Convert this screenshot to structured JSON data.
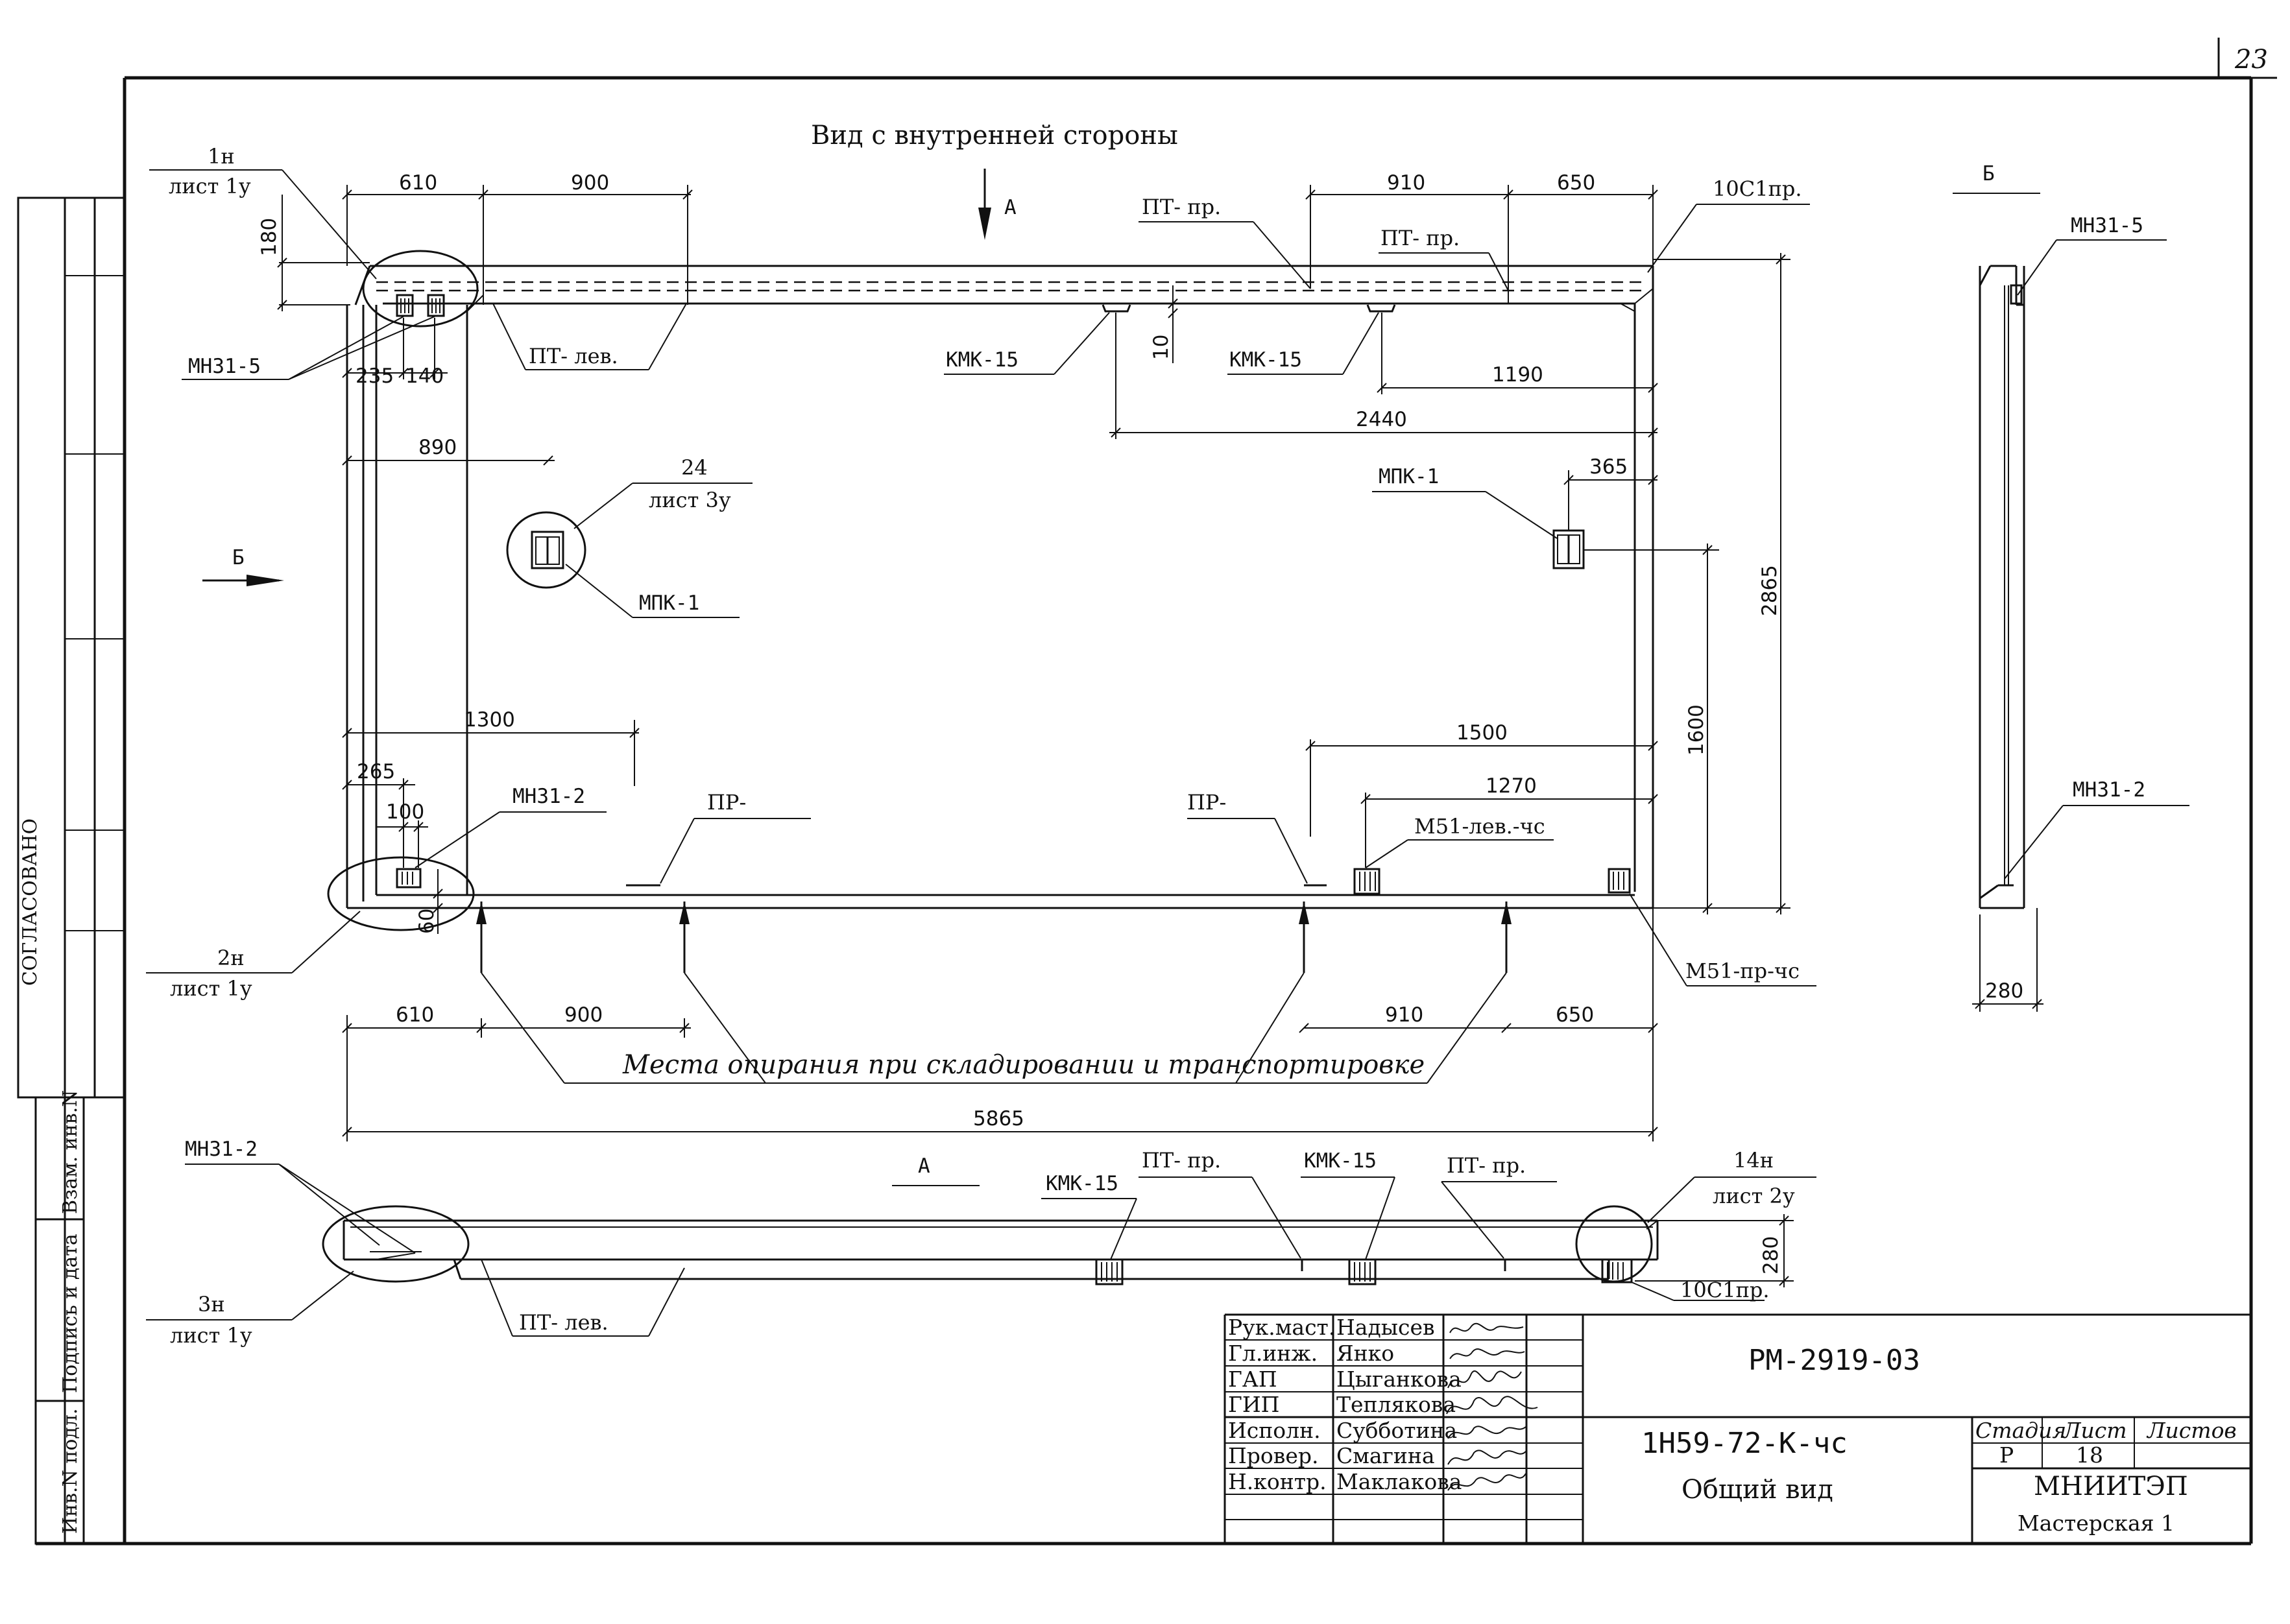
{
  "sheet_number": "23",
  "view_title": "Вид с внутренней стороны",
  "approval_stamp": {
    "agreed": "СОГЛАСОВАНО",
    "fields": [
      "Инв.N подл.",
      "Подпись и дата",
      "Взам. инв.N"
    ]
  },
  "main_view": {
    "arrow_a": "А",
    "arrow_b": "Б",
    "callouts": {
      "c1n": "1н",
      "c1n_sheet": "лист 1у",
      "c2n": "2н",
      "c2n_sheet": "лист 1у",
      "c24": "24",
      "c24_sheet": "лист 3у",
      "c10c1": "10С1пр."
    },
    "labels": {
      "mn31_5": "МН31-5",
      "mn31_2": "МН31-2",
      "mpk1_left": "МПК-1",
      "mpk1_right": "МПК-1",
      "pt_lev": "ПТ-  лев.",
      "pt_pr_1": "ПТ-  пр.",
      "pt_pr_2": "ПТ-  пр.",
      "kmk15_1": "КМК-15",
      "kmk15_2": "КМК-15",
      "pr_1": "ПР-",
      "pr_2": "ПР-",
      "m51_lev": "М51-лев.-чс",
      "m51_pr": "М51-пр-чс",
      "support_note": "Места опирания при складировании и транспортировке"
    },
    "dims": {
      "d610_top": "610",
      "d900_top": "900",
      "d910_top": "910",
      "d650_top": "650",
      "d180": "180",
      "d10": "10",
      "d235": "235",
      "d140": "140",
      "d890": "890",
      "d1190": "1190",
      "d2440": "2440",
      "d365": "365",
      "d2865": "2865",
      "d1600": "1600",
      "d1300": "1300",
      "d1500": "1500",
      "d1270": "1270",
      "d265": "265",
      "d100": "100",
      "d60": "60",
      "d610_bot": "610",
      "d900_bot": "900",
      "d910_bot": "910",
      "d650_bot": "650",
      "d5865": "5865"
    }
  },
  "plan_view": {
    "title": "А",
    "labels": {
      "mn31_2": "МН31-2",
      "kmk15_1": "КМК-15",
      "kmk15_2": "КМК-15",
      "pt_pr_1": "ПТ-  пр.",
      "pt_pr_2": "ПТ-  пр.",
      "pt_lev": "ПТ-  лев.",
      "c14n": "14н",
      "c14n_sheet": "лист 2у",
      "c3n": "3н",
      "c3n_sheet": "лист 1у",
      "c10c1": "10С1пр.",
      "d280": "280"
    }
  },
  "side_view": {
    "title": "Б",
    "mn31_5": "МН31-5",
    "mn31_2": "МН31-2",
    "d280": "280"
  },
  "title_block": {
    "signatures": [
      {
        "role": "Рук.маст.",
        "name": "Надысев"
      },
      {
        "role": "Гл.инж.",
        "name": "Янко"
      },
      {
        "role": "ГАП",
        "name": "Цыганкова"
      },
      {
        "role": "ГИП",
        "name": "Теплякова"
      },
      {
        "role": "Исполн.",
        "name": "Субботина"
      },
      {
        "role": "Провер.",
        "name": "Смагина"
      },
      {
        "role": "Н.контр.",
        "name": "Маклакова"
      }
    ],
    "doc_code": "РМ-2919-03",
    "product_mark": "1Н59-72-К-чс",
    "drawing_name": "Общий вид",
    "stage_header": "Стадия",
    "sheet_header": "Лист",
    "sheets_header": "Листов",
    "stage": "Р",
    "sheet": "18",
    "sheets": "",
    "organization": "МНИИТЭП",
    "workshop": "Мастерская 1"
  }
}
